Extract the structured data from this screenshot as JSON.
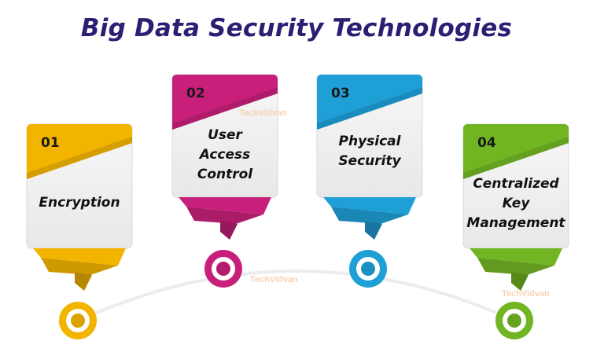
{
  "title": "Big Data Security Technologies",
  "watermark": "TechVidvan",
  "steps": [
    {
      "number": "01",
      "label": "Encryption",
      "color": "#f3b400"
    },
    {
      "number": "02",
      "label": "User\nAccess\nControl",
      "color": "#c8207a"
    },
    {
      "number": "03",
      "label": "Physical\nSecurity",
      "color": "#1e9fd6"
    },
    {
      "number": "04",
      "label": "Centralized\nKey\nManagement",
      "color": "#72b523"
    }
  ]
}
